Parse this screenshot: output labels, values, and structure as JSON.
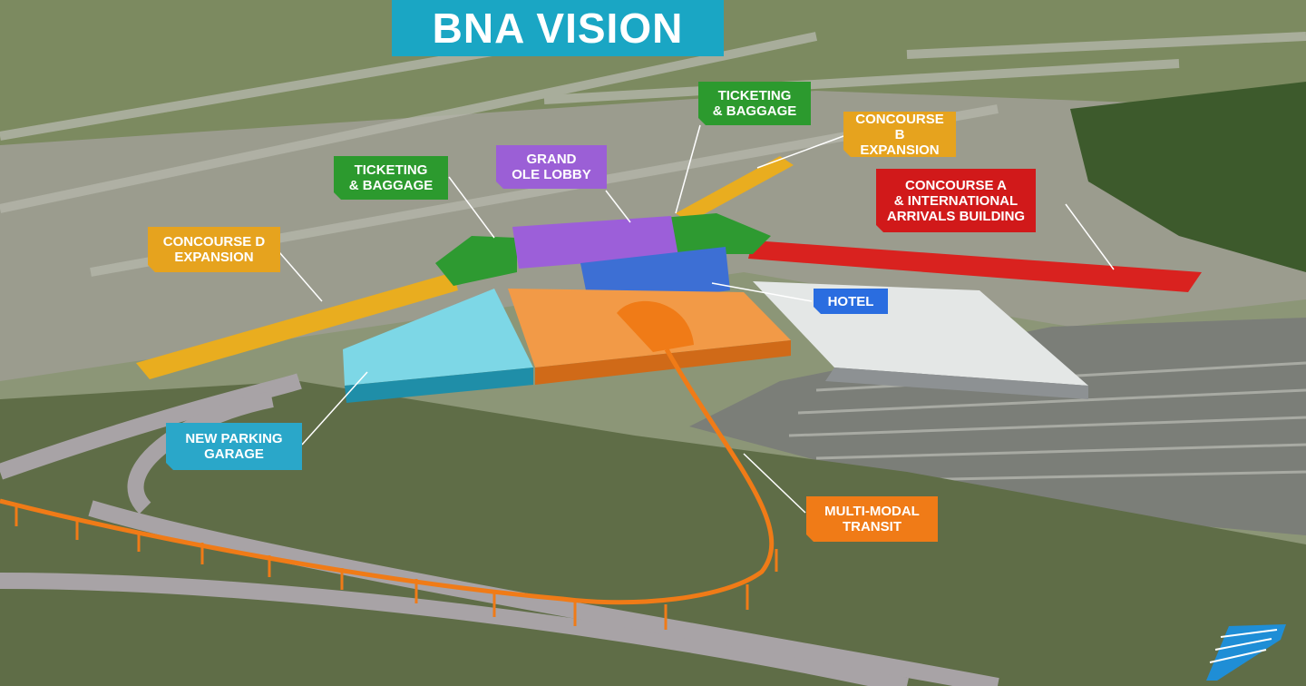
{
  "title": "BNA VISION",
  "labels": {
    "ticketing_center": "TICKETING\n& BAGGAGE",
    "grand_ole_lobby": "GRAND\nOLE LOBBY",
    "ticketing_left": "TICKETING\n& BAGGAGE",
    "concourse_b": "CONCOURSE B\nEXPANSION",
    "concourse_a": "CONCOURSE A\n& INTERNATIONAL\nARRIVALS BUILDING",
    "concourse_d": "CONCOURSE D\nEXPANSION",
    "hotel": "HOTEL",
    "parking": "NEW PARKING\nGARAGE",
    "transit": "MULTI-MODAL\nTRANSIT"
  },
  "colors": {
    "title_bg": "#1aa6c4",
    "ticketing": "#2c9a2e",
    "lobby": "#9b5fd6",
    "concourse_expansion": "#e6a31e",
    "concourse_a": "#d1191a",
    "hotel": "#2a6de0",
    "parking": "#2aa7c9",
    "transit": "#f07b17"
  },
  "logo": "bna-logo-icon"
}
